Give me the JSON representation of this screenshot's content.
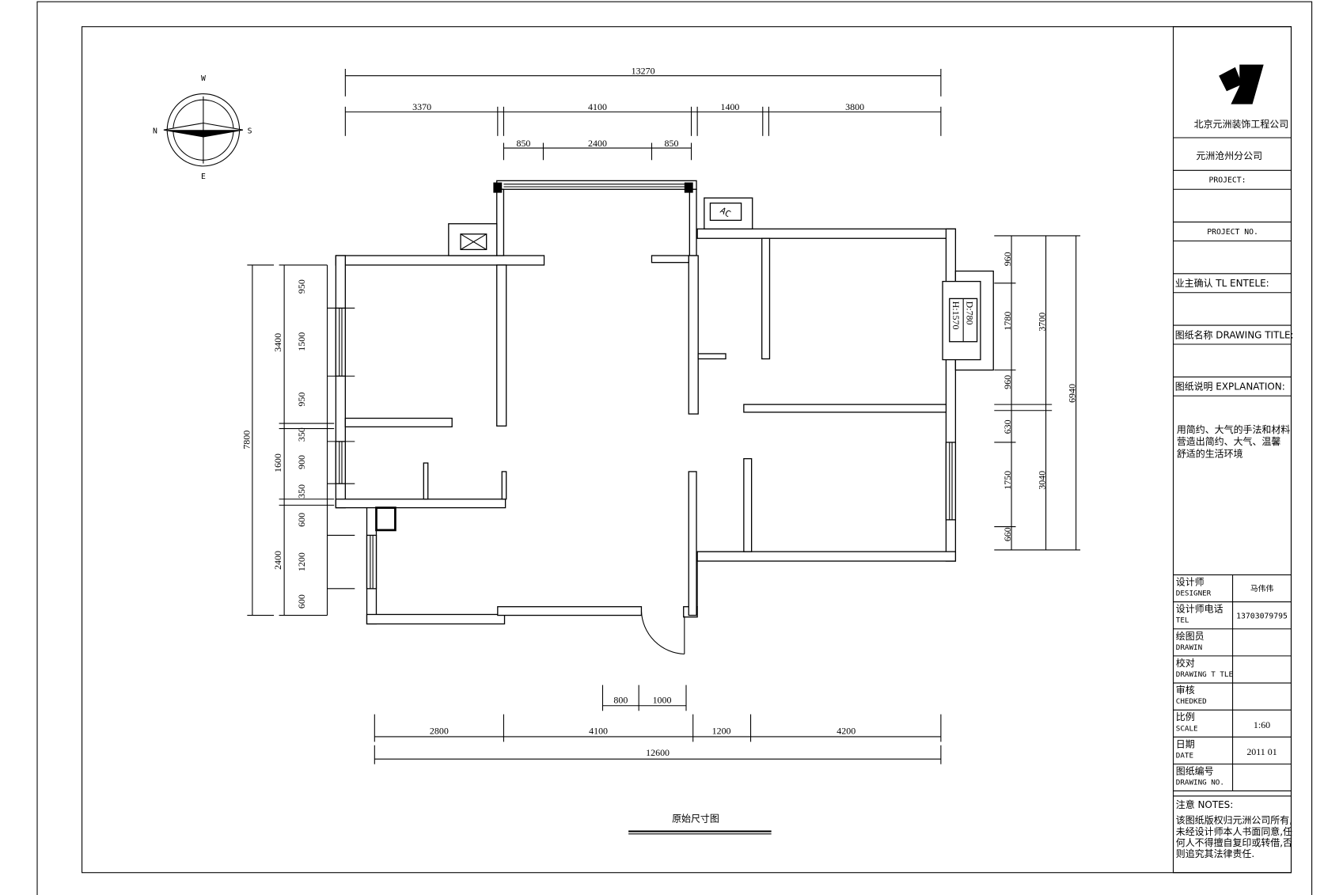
{
  "drawing": {
    "title": "原始尺寸图",
    "compass": {
      "north": "N",
      "south": "S",
      "west": "W",
      "east": "E"
    },
    "window_tag": {
      "depth": "D:780",
      "height": "H:1570"
    },
    "ac_label": "AC"
  },
  "dimensions": {
    "top_total": "13270",
    "top_segments": [
      "3370",
      "4100",
      "1400",
      "3800"
    ],
    "top_window": [
      "850",
      "2400",
      "850"
    ],
    "bottom_door": [
      "800",
      "1000"
    ],
    "bottom_segments": [
      "2800",
      "4100",
      "1200",
      "4200"
    ],
    "bottom_total": "12600",
    "left_total": "7800",
    "left_mid": [
      "3400",
      "1600",
      "2400"
    ],
    "left_inner": [
      "950",
      "1500",
      "950",
      "350",
      "900",
      "350",
      "600",
      "1200",
      "600"
    ],
    "right_inner": [
      "960",
      "1780",
      "960",
      "630",
      "1750",
      "660"
    ],
    "right_mid": [
      "3700",
      "3040"
    ],
    "right_total": "6940"
  },
  "title_block": {
    "company": "北京元洲装饰工程公司",
    "branch": "元洲沧州分公司",
    "project_label": "PROJECT:",
    "project_no_label": "PROJECT NO.",
    "client_label": "业主确认 TL ENTELE:",
    "drawing_title_label": "图纸名称 DRAWING TITLE:",
    "explanation_label": "图纸说明 EXPLANATION:",
    "explanation_lines": [
      "用简约、大气的手法和材料",
      "营造出简约、大气、温馨",
      "舒适的生活环境"
    ],
    "rows": [
      {
        "cn": "设计师",
        "en": "DESIGNER",
        "value": "马伟伟"
      },
      {
        "cn": "设计师电话",
        "en": "TEL",
        "value": "13703079795"
      },
      {
        "cn": "绘图员",
        "en": "DRAWIN",
        "value": ""
      },
      {
        "cn": "校对",
        "en": "DRAWING T TLE",
        "value": ""
      },
      {
        "cn": "审核",
        "en": "CHEDKED",
        "value": ""
      },
      {
        "cn": "比例",
        "en": "SCALE",
        "value": "1:60"
      },
      {
        "cn": "日期",
        "en": "DATE",
        "value": "2011 01"
      },
      {
        "cn": "图纸编号",
        "en": "DRAWING NO.",
        "value": ""
      }
    ],
    "notes_label": "注意 NOTES:",
    "notes_lines": [
      "该图纸版权归元洲公司所有,",
      "未经设计师本人书面同意,任",
      "何人不得擅自复印或转借,否",
      "则追究其法律责任."
    ]
  }
}
